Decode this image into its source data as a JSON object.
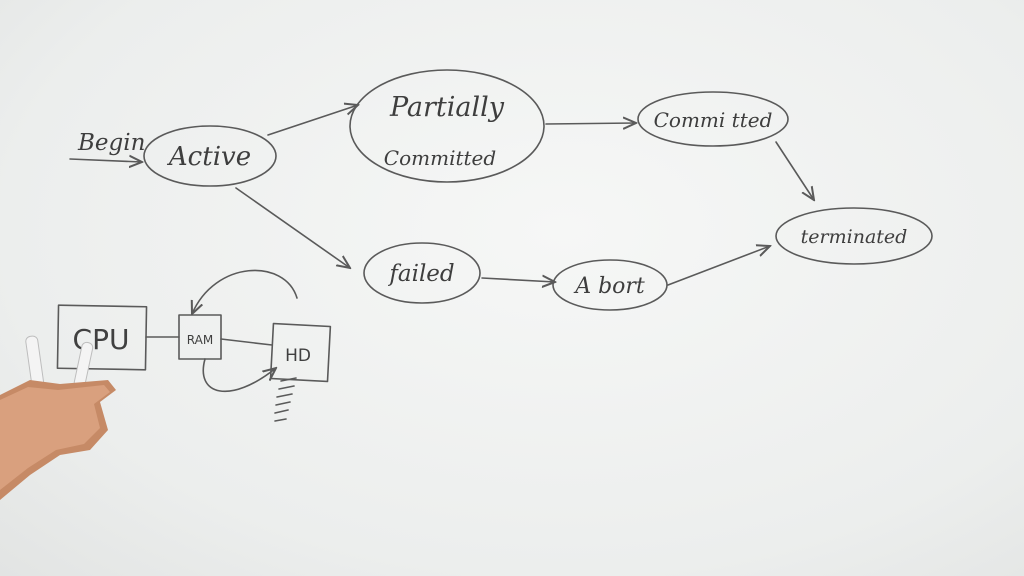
{
  "diagram": {
    "states": {
      "active": "Active",
      "partially_line1": "Partially",
      "partially_line2": "Committed",
      "committed": "Commi tted",
      "failed": "failed",
      "abort": "A bort",
      "terminated": "terminated"
    },
    "start_label": "Begin",
    "hardware": {
      "cpu": "CPU",
      "ram": "RAM",
      "hd": "HD"
    }
  },
  "colors": {
    "board": "#eef0ef",
    "ink": "#5a5a5a"
  }
}
